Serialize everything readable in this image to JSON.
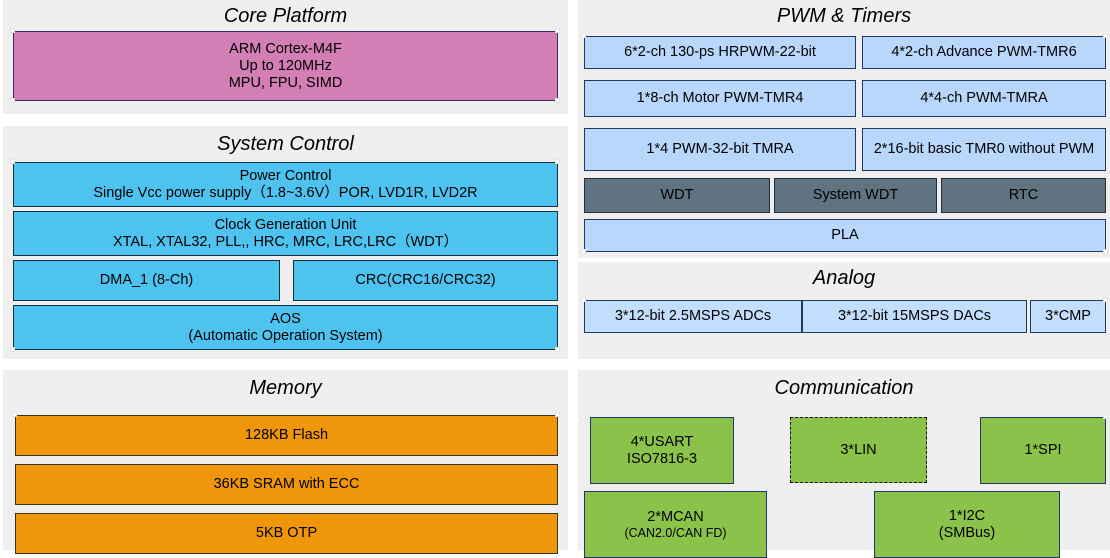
{
  "diagram": {
    "title_style": "italic",
    "colors": {
      "panel_bg": "#efefef",
      "core": "#d37fb5",
      "system": "#4fc3f0",
      "memory": "#f0960a",
      "pwm": "#b9d7fb",
      "wdt": "#5f7380",
      "analog": "#c3ddfd",
      "communication": "#8bc34a",
      "border_dark": "#1f3864"
    }
  },
  "sections": {
    "core_platform": {
      "title": "Core Platform",
      "blocks": [
        {
          "lines": [
            "ARM Cortex-M4F",
            "Up to 120MHz",
            "MPU, FPU, SIMD"
          ]
        }
      ]
    },
    "system_control": {
      "title": "System Control",
      "blocks": [
        {
          "line1": "Power Control",
          "line2": "Single Vcc power supply（1.8~3.6V）POR, LVD1R, LVD2R"
        },
        {
          "line1": "Clock Generation Unit",
          "line2": "XTAL, XTAL32, PLL,, HRC, MRC, LRC,LRC（WDT）"
        },
        {
          "line1": "DMA_1 (8-Ch)"
        },
        {
          "line1": "CRC(CRC16/CRC32)"
        },
        {
          "line1": "AOS",
          "line2": "(Automatic Operation System)"
        }
      ]
    },
    "memory": {
      "title": "Memory",
      "blocks": [
        {
          "line1": "128KB Flash"
        },
        {
          "line1": "36KB SRAM with ECC"
        },
        {
          "line1": "5KB OTP"
        }
      ]
    },
    "pwm_timers": {
      "title": "PWM & Timers",
      "blocks": [
        {
          "line1": "6*2-ch 130-ps HRPWM-22-bit"
        },
        {
          "line1": "4*2-ch Advance PWM-TMR6"
        },
        {
          "line1": "1*8-ch Motor PWM-TMR4"
        },
        {
          "line1": "4*4-ch PWM-TMRA"
        },
        {
          "line1": "1*4 PWM-32-bit TMRA"
        },
        {
          "line1": "2*16-bit basic TMR0 without PWM"
        },
        {
          "line1": "WDT"
        },
        {
          "line1": "System WDT"
        },
        {
          "line1": "RTC"
        },
        {
          "line1": "PLA"
        }
      ]
    },
    "analog": {
      "title": "Analog",
      "blocks": [
        {
          "line1": "3*12-bit  2.5MSPS ADCs"
        },
        {
          "line1": "3*12-bit  15MSPS DACs"
        },
        {
          "line1": "3*CMP"
        }
      ]
    },
    "communication": {
      "title": "Communication",
      "blocks": [
        {
          "line1": "4*USART",
          "line2": "ISO7816-3"
        },
        {
          "line1": "3*LIN"
        },
        {
          "line1": "1*SPI"
        },
        {
          "line1": "2*MCAN",
          "line2": "(CAN2.0/CAN FD)"
        },
        {
          "line1": "1*I2C",
          "line2": "(SMBus)"
        }
      ]
    }
  }
}
